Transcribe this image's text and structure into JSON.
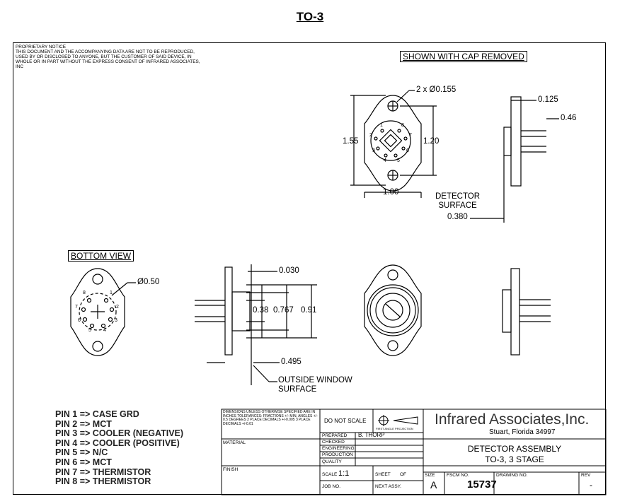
{
  "title": "TO-3",
  "proprietary_notice": {
    "heading": "PROPRIETARY NOTICE",
    "text": "THIS DOCUMENT AND THE ACCOMPANYING DATA ARE NOT TO BE REPRODUCED, USED BY OR DISCLOSED TO ANYONE, BUT THE CUSTOMER OF SAID DEVICE, IN WHOLE OR IN PART WITHOUT THE EXPRESS CONSENT OF INFRARED ASSOCIATES, INC"
  },
  "views": {
    "cap_removed_label": "SHOWN WITH CAP REMOVED",
    "bottom_view_label": "BOTTOM VIEW"
  },
  "dimensions": {
    "holes": "2 x Ø0.155",
    "height_1_55": "1.55",
    "height_1_20": "1.20",
    "width_1_00": "1.00",
    "d_0_125": "0.125",
    "d_0_46": "0.46",
    "detector_surface": "DETECTOR\nSURFACE",
    "d_0_380": "0.380",
    "d_0_50": "Ø0.50",
    "d_0_030": "0.030",
    "d_0_38": "0.38",
    "d_0_767": "0.767",
    "d_0_91": "0.91",
    "d_0_495": "0.495",
    "outside_window": "OUTSIDE WINDOW\nSURFACE"
  },
  "pin_numbers_top": [
    "1",
    "2",
    "3",
    "4",
    "5",
    "6",
    "7",
    "8"
  ],
  "pin_numbers_bottom": [
    "1",
    "2",
    "3",
    "4",
    "5",
    "6",
    "7",
    "8"
  ],
  "pins": [
    "PIN 1 => CASE GRD",
    "PIN 2 => MCT",
    "PIN 3 => COOLER (NEGATIVE)",
    "PIN 4 => COOLER (POSITIVE)",
    "PIN 5 => N/C",
    "PIN 6 => MCT",
    "PIN 7 => THERMISTOR",
    "PIN 8 => THERMISTOR"
  ],
  "title_block": {
    "tolerances": "DIMENSIONS UNLESS OTHERWISE SPECIFIED ARE IN INCHES TOLERANCES: FRACTIONS +/- MIN, ANGLES +/- 0.5 DEGREES 2 PLACE DECIMALS +/-0.005 3 PLACE DECIMALS +/-0.01",
    "material": "MATERIAL",
    "finish": "FINISH",
    "do_not_scale": "DO NOT SCALE",
    "projection": "FIRST ANGLE PROJECTION",
    "prepared": "PREPARED",
    "prepared_by": "B. THORP",
    "checked": "CHECKED",
    "engineering": "ENGINEERING",
    "production": "PRODUCTION",
    "quality": "QUALITY",
    "scale_label": "SCALE",
    "scale_value": "1:1",
    "sheet_label": "SHEET",
    "of_label": "OF",
    "job_no": "JOB NO.",
    "next_assy": "NEXT ASSY.",
    "company": "Infrared Associates,Inc.",
    "location": "Stuart, Florida 34997",
    "desc_1": "DETECTOR ASSEMBLY",
    "desc_2": "TO-3,  3 STAGE",
    "size_label": "SIZE",
    "size_value": "A",
    "fscm_label": "FSCM NO.",
    "fscm_value": "15737",
    "drawing_no_label": "DRAWING NO.",
    "rev_label": "REV",
    "rev_value": "-"
  }
}
